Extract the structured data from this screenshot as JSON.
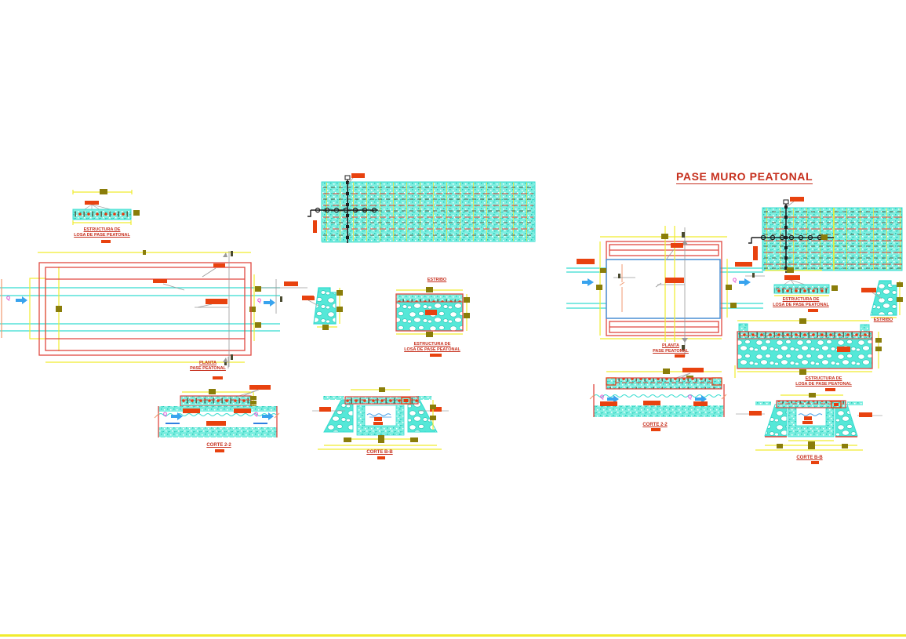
{
  "title": "PASE MURO PEATONAL",
  "labels": {
    "estructura_de": "ESTRUCTURA DE",
    "losa_de_pase_peatonal": "LOSA DE PASE PEATONAL",
    "planta": "PLANTA",
    "pase_peatonal": "PASE PEATONAL",
    "estribo": "ESTRIBO",
    "corte_2_2": "CORTE 2-2",
    "corte_b_b": "CORTE B-B",
    "flow_q": "Q"
  },
  "colors": {
    "caption_red": "#c62f1d",
    "label_block_red": "#e8420f",
    "outline_red": "#e04840",
    "cyan": "#35dcd0",
    "dim_yellow": "#f0ec2e",
    "dim_text_olive": "#8a7d0a",
    "arrow_blue": "#38a3ee",
    "flow_magenta": "#e24ad2",
    "grid_green_yellow": "#d9e85e",
    "water_blue": "#3a9be8",
    "plan_inner_blue": "#4a8fd4"
  }
}
